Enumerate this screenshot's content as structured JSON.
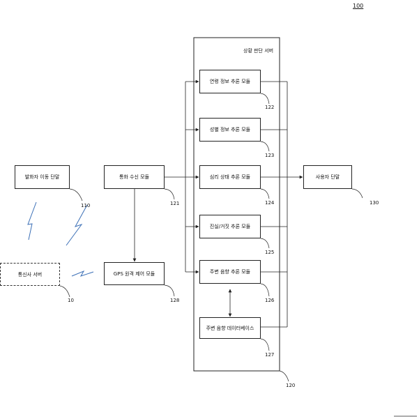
{
  "figure_ref": "100",
  "server": {
    "title": "상황 판단 서버",
    "ref": "120"
  },
  "nodes": {
    "caller_terminal": {
      "label": "발화자 이동 단말",
      "ref": "110"
    },
    "carrier_server": {
      "label": "통신사 서버",
      "ref": "10"
    },
    "call_receiver": {
      "label": "통화 수신 모듈",
      "ref": "121"
    },
    "gps_module": {
      "label": "GPS 원격 제어 모듈",
      "ref": "128"
    },
    "age_module": {
      "label": "연령 정보 추론 모듈",
      "ref": "122"
    },
    "gender_module": {
      "label": "성별 정보 추론 모듈",
      "ref": "123"
    },
    "mental_module": {
      "label": "심리 상태 추론 모듈",
      "ref": "124"
    },
    "truth_module": {
      "label": "진실/거짓 추론 모듈",
      "ref": "125"
    },
    "ambient_module": {
      "label": "주변 음향 추론 모듈",
      "ref": "126"
    },
    "ambient_db": {
      "label": "주변 음향 데이터베이스",
      "ref": "127"
    },
    "user_terminal": {
      "label": "사용자 단말",
      "ref": "130"
    }
  }
}
